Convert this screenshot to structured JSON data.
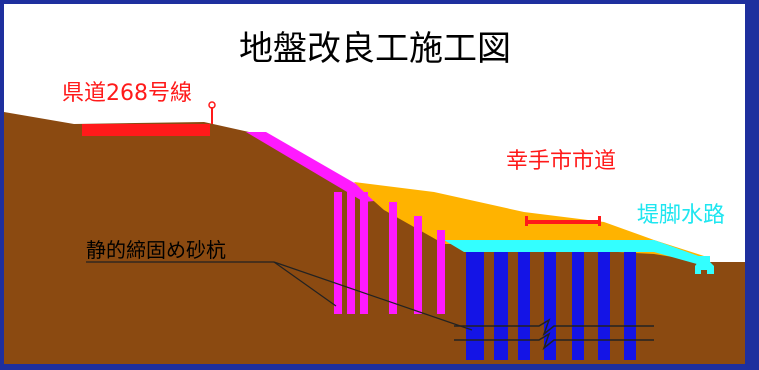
{
  "title": "地盤改良工施工図",
  "labels": {
    "prefectural_road": "県道268号線",
    "city_road": "幸手市市道",
    "drainage_channel": "堤脚水路",
    "sand_piles": "静的締固め砂杭"
  },
  "colors": {
    "ground": "#8b4a11",
    "sky": "#ffffff",
    "embankment": "#ffb300",
    "magenta_piles": "#ff1aff",
    "blue_piles": "#1414e6",
    "cyan_layer": "#33ffff",
    "road": "#ff1a1a",
    "title_text": "#000000",
    "red_label": "#ff1a1a",
    "cyan_label": "#1fe6f0",
    "leader_line": "#222222",
    "frame": "#1e2f9e"
  }
}
